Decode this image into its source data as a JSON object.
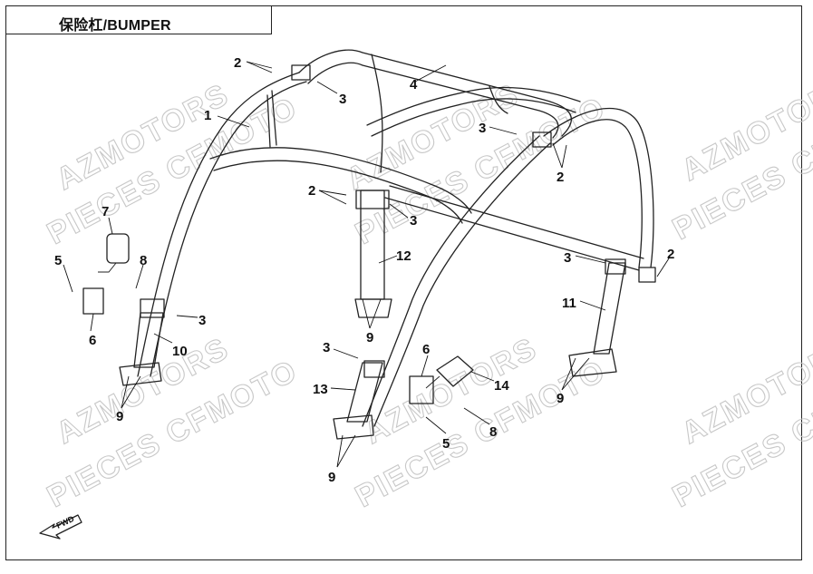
{
  "title": "保险杠/BUMPER",
  "watermarks": {
    "line1": "AZMOTORS",
    "line2": "PIECES CFMOTO"
  },
  "direction_label": "FWD",
  "callouts": {
    "c1": "1",
    "c2a": "2",
    "c2b": "2",
    "c2c": "2",
    "c2d": "2",
    "c3a": "3",
    "c3b": "3",
    "c3c": "3",
    "c3d": "3",
    "c3e": "3",
    "c3f": "3",
    "c4": "4",
    "c5a": "5",
    "c5b": "5",
    "c6a": "6",
    "c6b": "6",
    "c7": "7",
    "c8a": "8",
    "c8b": "8",
    "c9a": "9",
    "c9b": "9",
    "c9c": "9",
    "c9d": "9",
    "c10": "10",
    "c11": "11",
    "c12": "12",
    "c13": "13",
    "c14": "14"
  }
}
